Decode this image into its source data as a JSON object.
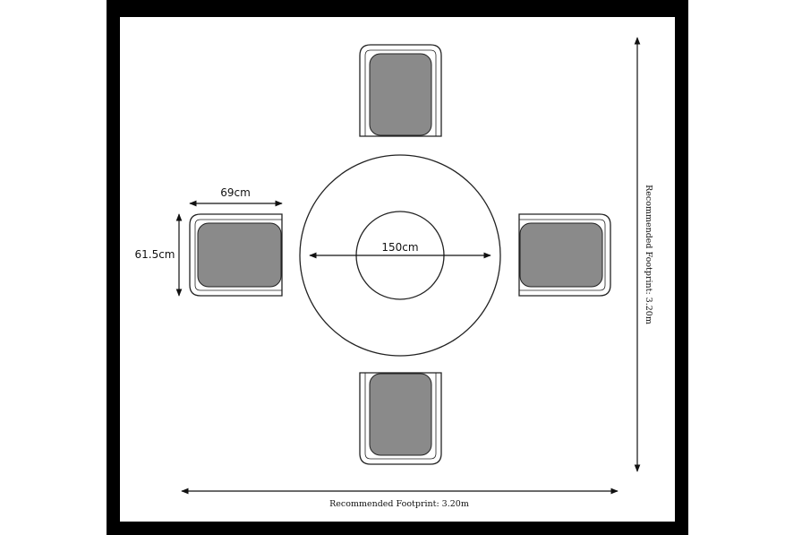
{
  "labels": {
    "chair_width": "69cm",
    "chair_depth": "61.5cm",
    "table_diameter": "150cm",
    "footprint_horizontal": "Recommended Footprint: 3.20m",
    "footprint_vertical": "Recommended Footprint: 3.20m"
  },
  "colors": {
    "frame": "#000000",
    "background": "#ffffff",
    "cushion": "#8a8a8a",
    "outline": "#222222"
  }
}
